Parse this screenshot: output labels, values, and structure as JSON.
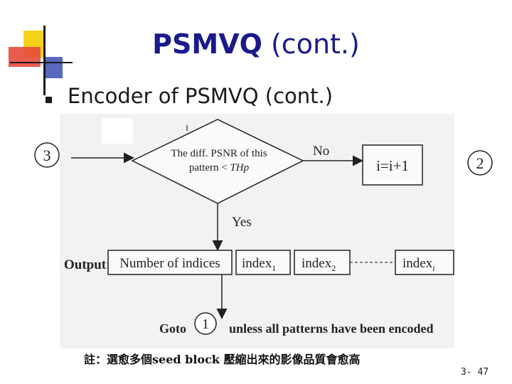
{
  "slide": {
    "title_bold": "PSMVQ",
    "title_rest": " (cont.)",
    "bullet_text": "Encoder of PSMVQ (cont.)",
    "page_number": "3- 47",
    "note": "註：選愈多個seed block 壓縮出來的影像品質會愈高"
  },
  "diagram": {
    "decision_line1": "The diff. PSNR of this",
    "decision_line2_a": "pattern < ",
    "decision_line2_b": "THp",
    "no_label": "No",
    "yes_label": "Yes",
    "increment_box": "i=i+1",
    "output_label": "Output:",
    "output_boxes": [
      "Number of indices",
      "index",
      "index",
      "index"
    ],
    "output_subscripts": [
      "",
      "1",
      "2",
      "i"
    ],
    "goto_before": "Goto",
    "goto_after": "unless all patterns have been encoded",
    "marker_left": "3",
    "marker_right": "2",
    "marker_goto": "1"
  },
  "colors": {
    "title": "#1a1a8c",
    "deco_yellow": "#f5d21a",
    "deco_red": "#e84a3a",
    "deco_blue": "#3a4fb0"
  }
}
